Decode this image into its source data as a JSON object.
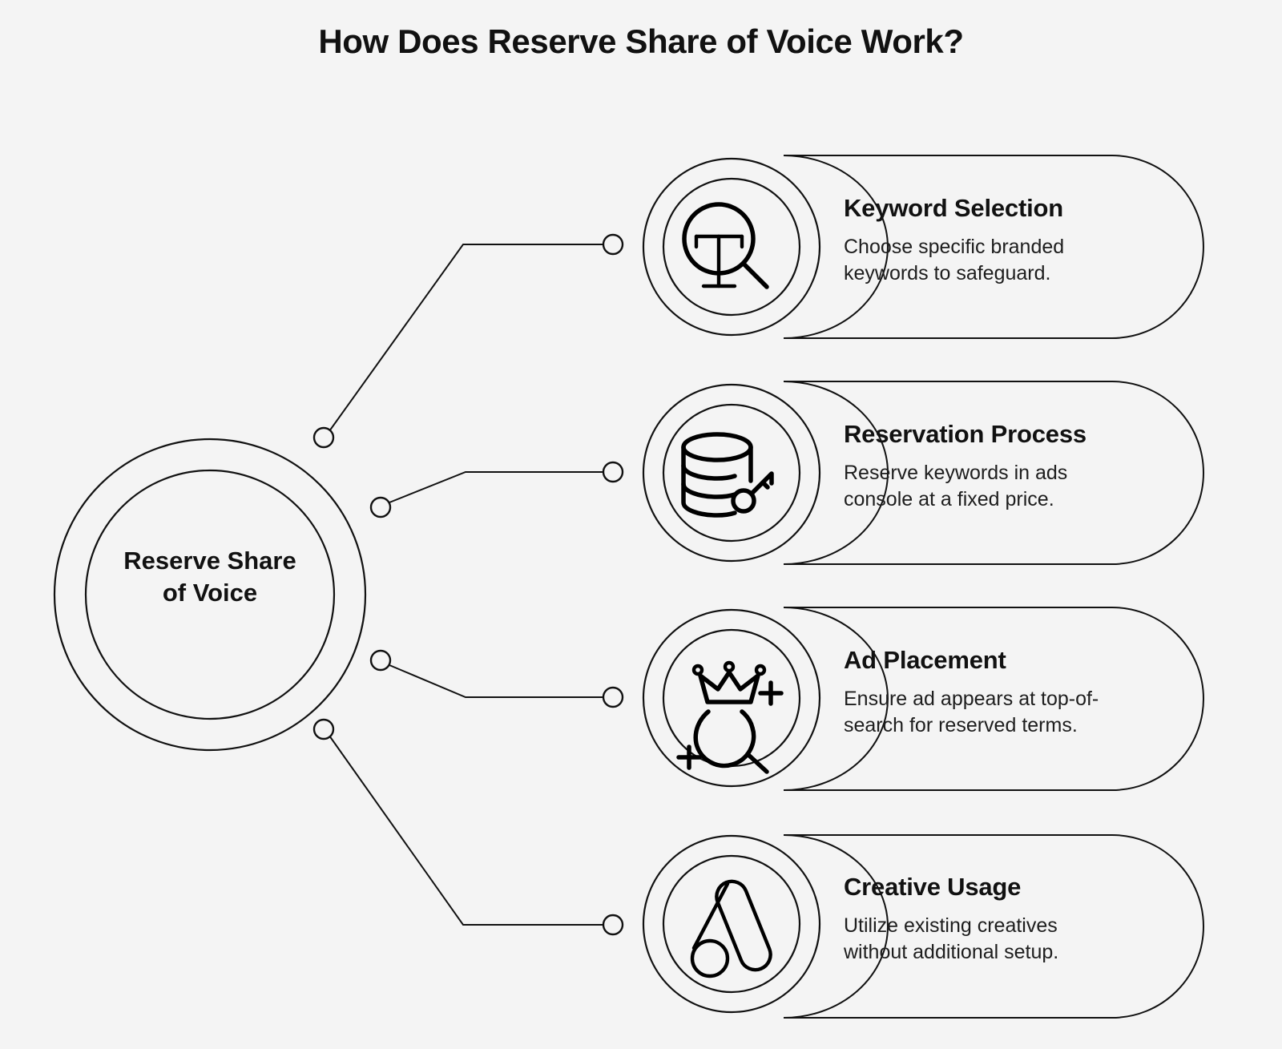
{
  "page": {
    "title": "How Does Reserve Share of Voice Work?",
    "background_color": "#f4f4f4",
    "line_color": "#111111",
    "text_color": "#111111"
  },
  "center_node": {
    "label_line_1": "Reserve Share",
    "label_line_2": "of Voice",
    "label_full": "Reserve Share of Voice"
  },
  "steps": [
    {
      "index": "1",
      "icon": "keyword-search-icon",
      "title": "Keyword Selection",
      "desc_line_1": "Choose specific branded",
      "desc_line_2": "keywords to safeguard.",
      "description": "Choose specific branded keywords to safeguard."
    },
    {
      "index": "2",
      "icon": "database-key-icon",
      "title": "Reservation Process",
      "desc_line_1": "Reserve keywords in ads",
      "desc_line_2": "console at a fixed price.",
      "description": "Reserve keywords in ads console at a fixed price."
    },
    {
      "index": "3",
      "icon": "crown-search-icon",
      "title": "Ad Placement",
      "desc_line_1": "Ensure ad appears at top-of-",
      "desc_line_2": "search for reserved terms.",
      "description": "Ensure ad appears at top-of-search for reserved terms."
    },
    {
      "index": "4",
      "icon": "google-ads-logo-icon",
      "title": "Creative Usage",
      "desc_line_1": "Utilize existing creatives",
      "desc_line_2": "without additional setup.",
      "description": "Utilize existing creatives without additional setup."
    }
  ]
}
